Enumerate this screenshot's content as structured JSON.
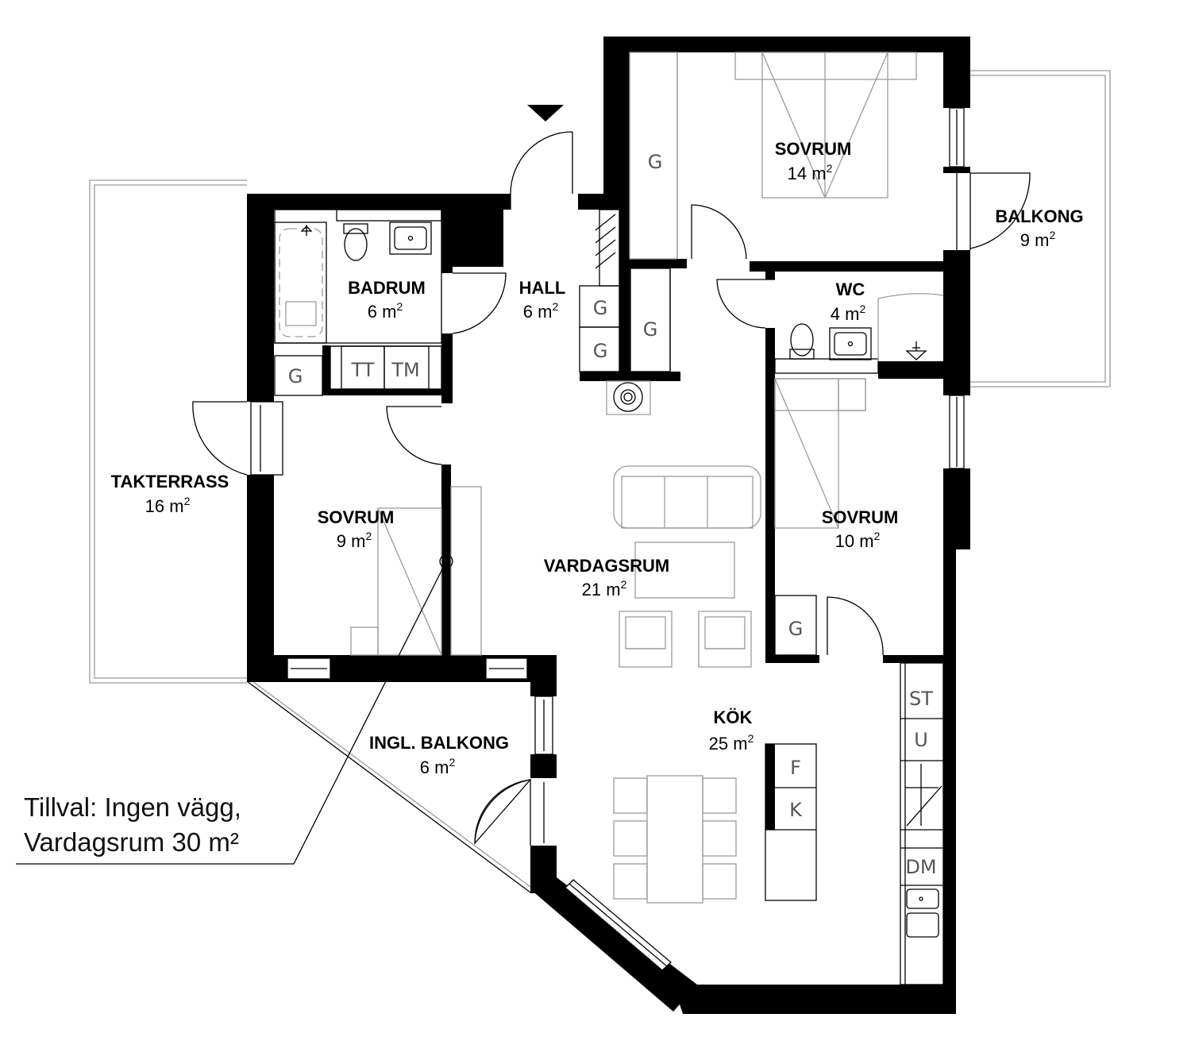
{
  "rooms": {
    "sovrum_master": {
      "name": "SOVRUM",
      "area": "14 m",
      "sup": "2"
    },
    "balkong": {
      "name": "BALKONG",
      "area": "9 m",
      "sup": "2"
    },
    "badrum": {
      "name": "BADRUM",
      "area": "6 m",
      "sup": "2"
    },
    "hall": {
      "name": "HALL",
      "area": "6 m",
      "sup": "2"
    },
    "wc": {
      "name": "WC",
      "area": "4 m",
      "sup": "2"
    },
    "takterrass": {
      "name": "TAKTERRASS",
      "area": "16 m",
      "sup": "2"
    },
    "sovrum_small": {
      "name": "SOVRUM",
      "area": "9 m",
      "sup": "2"
    },
    "vardagsrum": {
      "name": "VARDAGSRUM",
      "area": "21 m",
      "sup": "2"
    },
    "sovrum_east": {
      "name": "SOVRUM",
      "area": "10 m",
      "sup": "2"
    },
    "kok": {
      "name": "KÖK",
      "area": "25 m",
      "sup": "2"
    },
    "ingl_balkong": {
      "name": "INGL. BALKONG",
      "area": "6 m",
      "sup": "2"
    }
  },
  "abbr": {
    "g": "G",
    "tt": "TT",
    "tm": "TM",
    "st": "ST",
    "u": "U",
    "dm": "DM",
    "f": "F",
    "k": "K"
  },
  "note": {
    "line1": "Tillval: Ingen vägg,",
    "line2": "Vardagsrum 30 m²"
  }
}
